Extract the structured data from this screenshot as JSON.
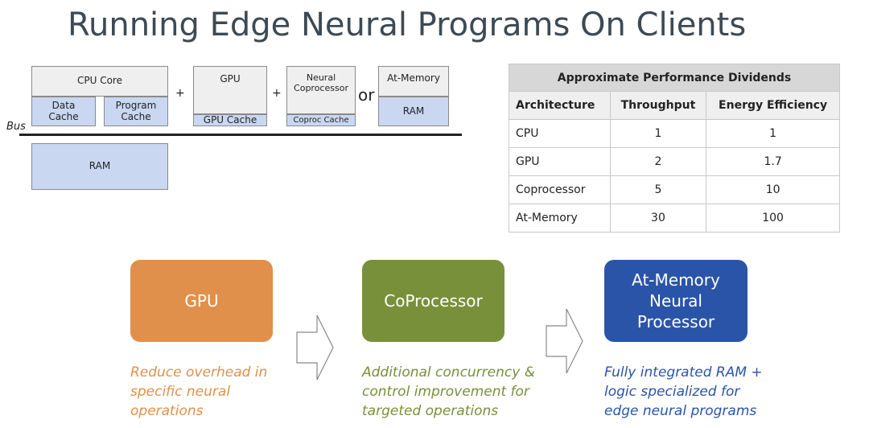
{
  "title": "Running Edge Neural Programs On Clients",
  "diagram": {
    "cpu_core": "CPU Core",
    "data_cache": "Data Cache",
    "program_cache": "Program Cache",
    "plus": "+",
    "gpu": "GPU",
    "gpu_cache": "GPU Cache",
    "neural_coprocessor": "Neural Coprocessor",
    "coproc_cache": "Coproc Cache",
    "or": "or",
    "at_memory": "At-Memory",
    "ram": "RAM",
    "bus": "Bus",
    "main_ram": "RAM"
  },
  "table": {
    "caption": "Approximate Performance Dividends",
    "headers": [
      "Architecture",
      "Throughput",
      "Energy Efficiency"
    ],
    "rows": [
      [
        "CPU",
        "1",
        "1"
      ],
      [
        "GPU",
        "2",
        "1.7"
      ],
      [
        "Coprocessor",
        "5",
        "10"
      ],
      [
        "At-Memory",
        "30",
        "100"
      ]
    ]
  },
  "stages": [
    {
      "label": "GPU",
      "color": "#e0904a",
      "desc": "Reduce overhead in specific neural operations"
    },
    {
      "label": "CoProcessor",
      "color": "#78903a",
      "desc": "Additional concurrency & control improvement for targeted operations"
    },
    {
      "label": "At-Memory Neural Processor",
      "color": "#2a54a8",
      "desc": "Fully integrated RAM + logic specialized for edge neural programs"
    }
  ]
}
